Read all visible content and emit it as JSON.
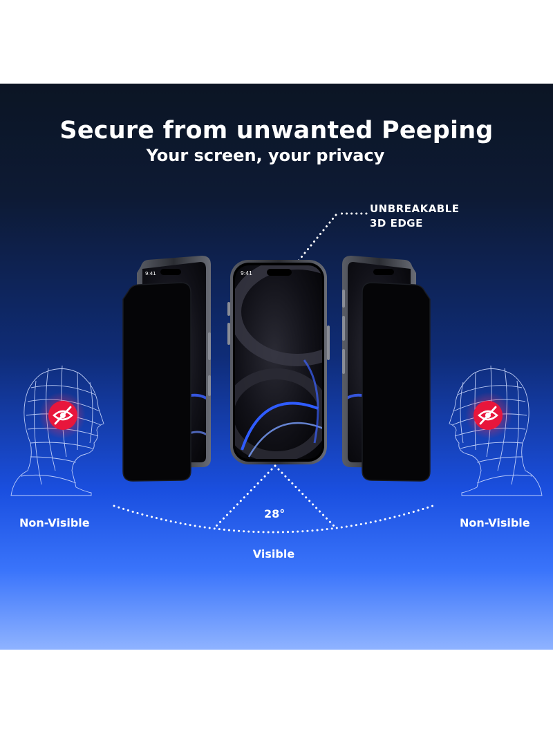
{
  "header": {
    "title": "Secure from unwanted Peeping",
    "subtitle": "Your screen, your privacy"
  },
  "callout": {
    "line1": "UNBREAKABLE",
    "line2": "3D EDGE"
  },
  "labels": {
    "left_head": "Non-Visible",
    "right_head": "Non-Visible",
    "angle": "28°",
    "visible": "Visible"
  },
  "phone": {
    "status_time": "9:41"
  },
  "icons": {
    "head": "wireframe-head-icon",
    "hidden": "eye-slash-icon"
  },
  "colors": {
    "background_top": "#0c1524",
    "background_bottom": "#8fb3ff",
    "accent_red": "#e8163c",
    "text": "#ffffff"
  }
}
